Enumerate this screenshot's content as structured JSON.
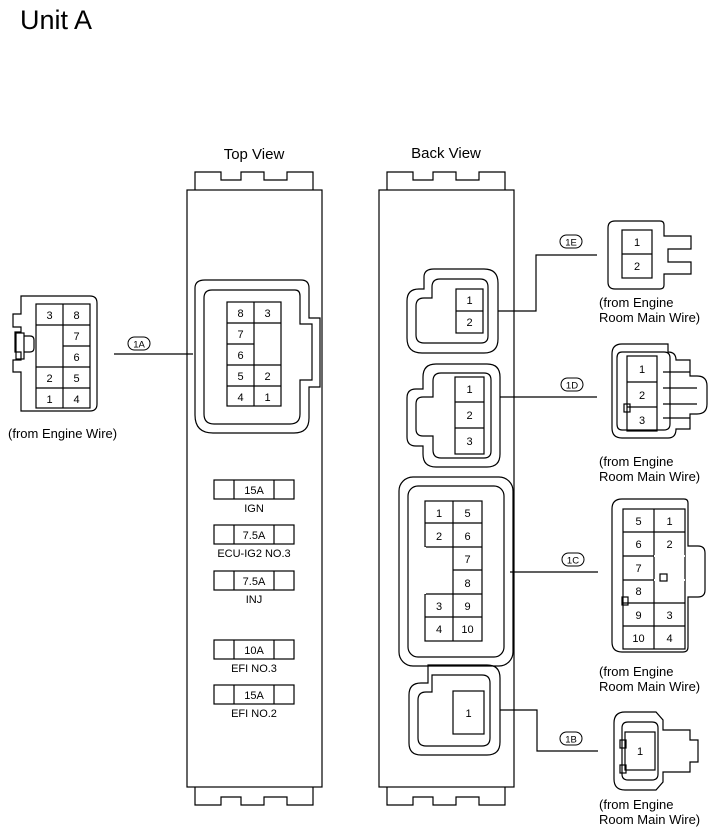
{
  "title": "Unit A",
  "views": {
    "top": "Top View",
    "back": "Back View"
  },
  "connectors": {
    "c1A": {
      "id": "1A",
      "source": "(from Engine Wire)",
      "pins_left": [
        "3",
        "",
        "",
        "2",
        "1"
      ],
      "pins_right": [
        "8",
        "7",
        "6",
        "5",
        "4"
      ],
      "socket_left": [
        "8",
        "7",
        "6",
        "5",
        "4"
      ],
      "socket_right": [
        "3",
        "",
        "",
        "2",
        "1"
      ]
    },
    "c1E": {
      "id": "1E",
      "source_line1": "(from Engine",
      "source_line2": "Room Main Wire)",
      "pins": [
        "1",
        "2"
      ]
    },
    "c1D": {
      "id": "1D",
      "source_line1": "(from Engine",
      "source_line2": "Room Main Wire)",
      "pins": [
        "1",
        "2",
        "3"
      ]
    },
    "c1C": {
      "id": "1C",
      "source_line1": "(from Engine",
      "source_line2": "Room Main Wire)",
      "socket_left": [
        "1",
        "2",
        "",
        "",
        "3",
        "4"
      ],
      "socket_right": [
        "5",
        "6",
        "7",
        "8",
        "9",
        "10"
      ],
      "plug_left": [
        "5",
        "6",
        "7",
        "8",
        "9",
        "10"
      ],
      "plug_right": [
        "1",
        "2",
        "",
        "",
        "3",
        "4"
      ]
    },
    "c1B": {
      "id": "1B",
      "source_line1": "(from Engine",
      "source_line2": "Room Main Wire)",
      "pins": [
        "1"
      ]
    }
  },
  "fuses": [
    {
      "rating": "15A",
      "name": "IGN"
    },
    {
      "rating": "7.5A",
      "name": "ECU-IG2 NO.3"
    },
    {
      "rating": "7.5A",
      "name": "INJ"
    },
    {
      "rating": "10A",
      "name": "EFI NO.3"
    },
    {
      "rating": "15A",
      "name": "EFI NO.2"
    }
  ]
}
